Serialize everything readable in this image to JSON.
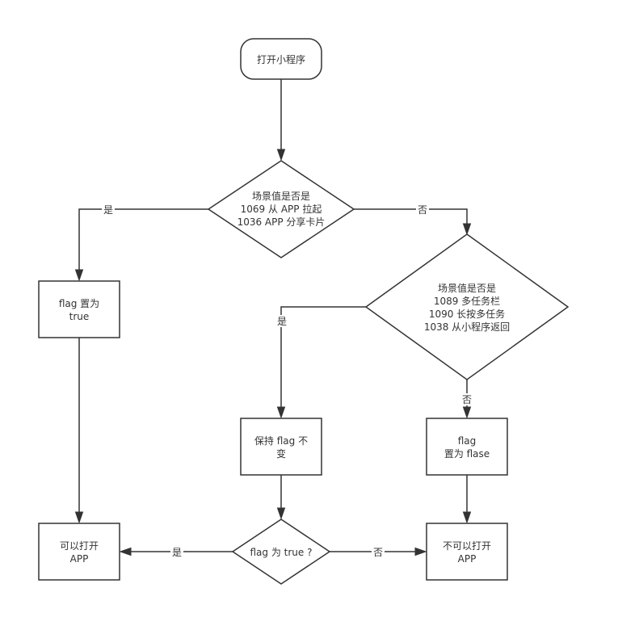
{
  "nodes": {
    "start": {
      "lines": [
        "打开小程序"
      ]
    },
    "decision_app": {
      "lines": [
        "场景值是否是",
        "1069 从 APP 拉起",
        "1036 APP 分享卡片"
      ]
    },
    "flag_true": {
      "lines": [
        "flag 置为",
        "true"
      ]
    },
    "decision_task": {
      "lines": [
        "场景值是否是",
        "1089 多任务栏",
        "1090 长按多任务",
        "1038 从小程序返回"
      ]
    },
    "keep_flag": {
      "lines": [
        "保持 flag 不",
        "变"
      ]
    },
    "flag_false": {
      "lines": [
        "flag",
        "置为 flase"
      ]
    },
    "decision_flag": {
      "lines": [
        "flag 为 true ?"
      ]
    },
    "can_open": {
      "lines": [
        "可以打开",
        "APP"
      ]
    },
    "cannot_open": {
      "lines": [
        "不可以打开",
        "APP"
      ]
    }
  },
  "edges": {
    "d1_yes": "是",
    "d1_no": "否",
    "d2_yes": "是",
    "d2_no": "否",
    "d3_yes": "是",
    "d3_no": "否"
  }
}
